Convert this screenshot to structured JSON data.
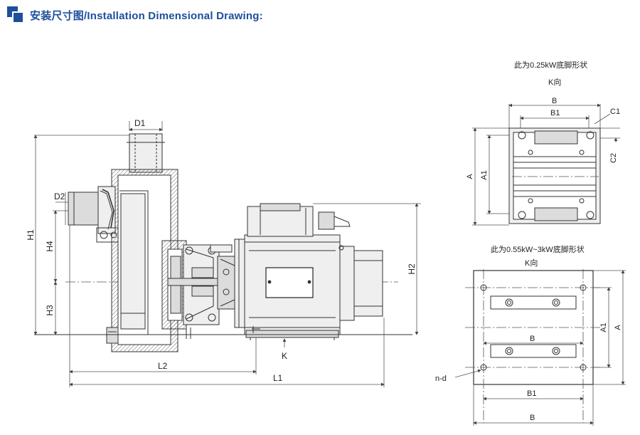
{
  "header": {
    "title": "安装尺寸图/Installation Dimensional Drawing:"
  },
  "main_view": {
    "labels": {
      "D1": "D1",
      "D2": "D2",
      "H1": "H1",
      "H2": "H2",
      "H3": "H3",
      "H4": "H4",
      "L1": "L1",
      "L2": "L2",
      "K": "K"
    }
  },
  "foot_small": {
    "caption": "此为0.25kW底脚形状",
    "view": "K向",
    "labels": {
      "B": "B",
      "B1": "B1",
      "A": "A",
      "A1": "A1",
      "C1": "C1",
      "C2": "C2"
    }
  },
  "foot_large": {
    "caption": "此为0.55kW~3kW底脚形状",
    "view": "K向",
    "labels": {
      "A": "A",
      "A1": "A1",
      "B_inner": "B",
      "B1": "B1",
      "B": "B",
      "nd": "n-d"
    }
  }
}
